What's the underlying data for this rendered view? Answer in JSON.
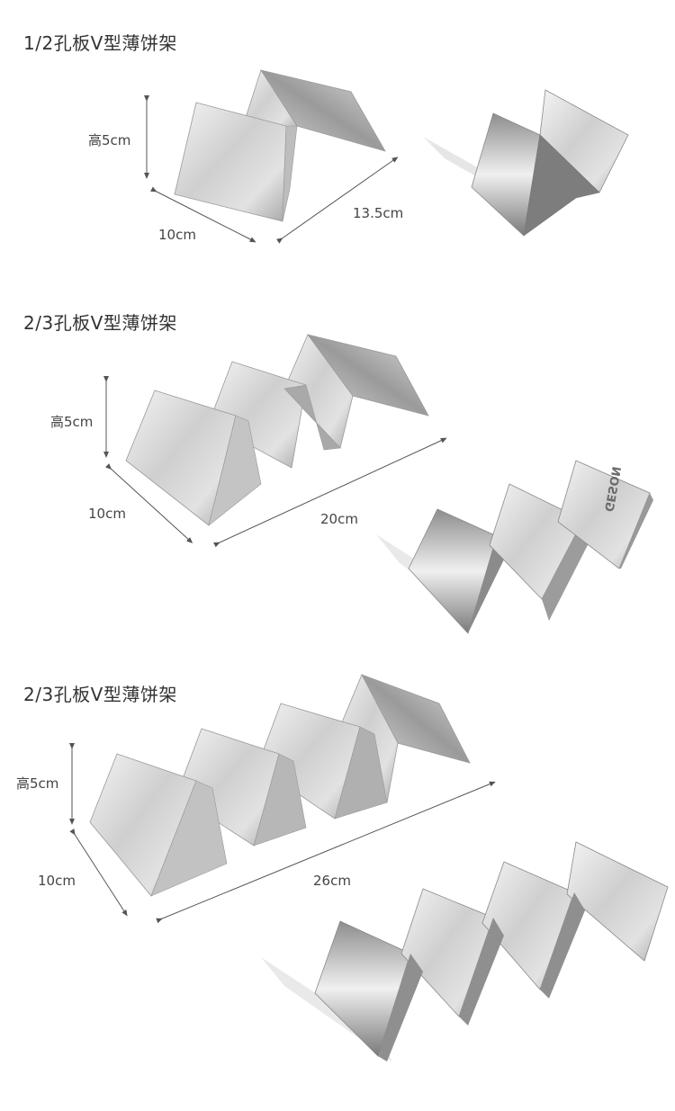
{
  "sections": [
    {
      "title": "1/2孔板V型薄饼架",
      "height_label": "高5cm",
      "depth_label": "10cm",
      "length_label": "13.5cm"
    },
    {
      "title": "2/3孔板V型薄饼架",
      "height_label": "高5cm",
      "depth_label": "10cm",
      "length_label": "20cm",
      "brand_mark": "GESON"
    },
    {
      "title": "2/3孔板V型薄饼架",
      "height_label": "高5cm",
      "depth_label": "10cm",
      "length_label": "26cm"
    }
  ],
  "colors": {
    "metal_light": "#e9e9e9",
    "metal_mid": "#bdbdbd",
    "metal_dark": "#6f6f6f",
    "line": "#555555"
  }
}
